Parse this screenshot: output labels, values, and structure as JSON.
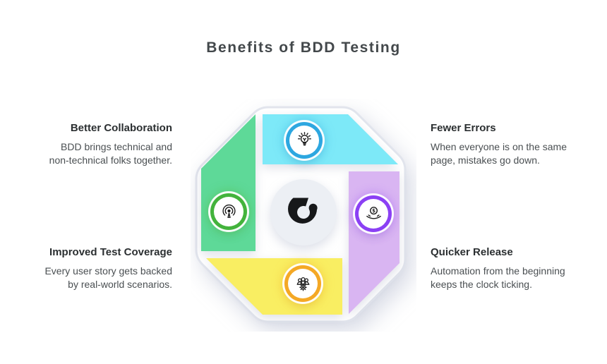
{
  "title": "Benefits of BDD Testing",
  "benefits": [
    {
      "heading": "Better Collaboration",
      "body": "BDD brings technical and\nnon-technical folks together.",
      "position": "top-left"
    },
    {
      "heading": "Fewer Errors",
      "body": "When everyone is on the same\npage, mistakes go down.",
      "position": "top-right"
    },
    {
      "heading": "Improved Test Coverage",
      "body": "Every user story gets backed\nby real-world scenarios.",
      "position": "bottom-left"
    },
    {
      "heading": "Quicker Release",
      "body": "Automation from the beginning\nkeeps the clock ticking.",
      "position": "bottom-right"
    }
  ],
  "diagram": {
    "shape": "octagon-pinwheel",
    "segments": [
      {
        "name": "top",
        "fill": "#7de9f8",
        "ring": "#2da7e0",
        "icon": "lightbulb-icon"
      },
      {
        "name": "left",
        "fill": "#5ed998",
        "ring": "#43b33c",
        "icon": "broadcast-icon"
      },
      {
        "name": "right",
        "fill": "#d9b5f2",
        "ring": "#8b40f4",
        "icon": "hand-coin-icon"
      },
      {
        "name": "bottom",
        "fill": "#f9ee62",
        "ring": "#f4a825",
        "icon": "team-gear-icon"
      }
    ],
    "center_logo": "ring-logo",
    "colors": {
      "card_fill": "#ffffff",
      "card_border": "#e2e5ed",
      "center_circle": "#eceff4",
      "logo": "#17181a",
      "title_text": "#43484b",
      "heading_text": "#2b2f31",
      "body_text": "#4a4f52"
    }
  }
}
